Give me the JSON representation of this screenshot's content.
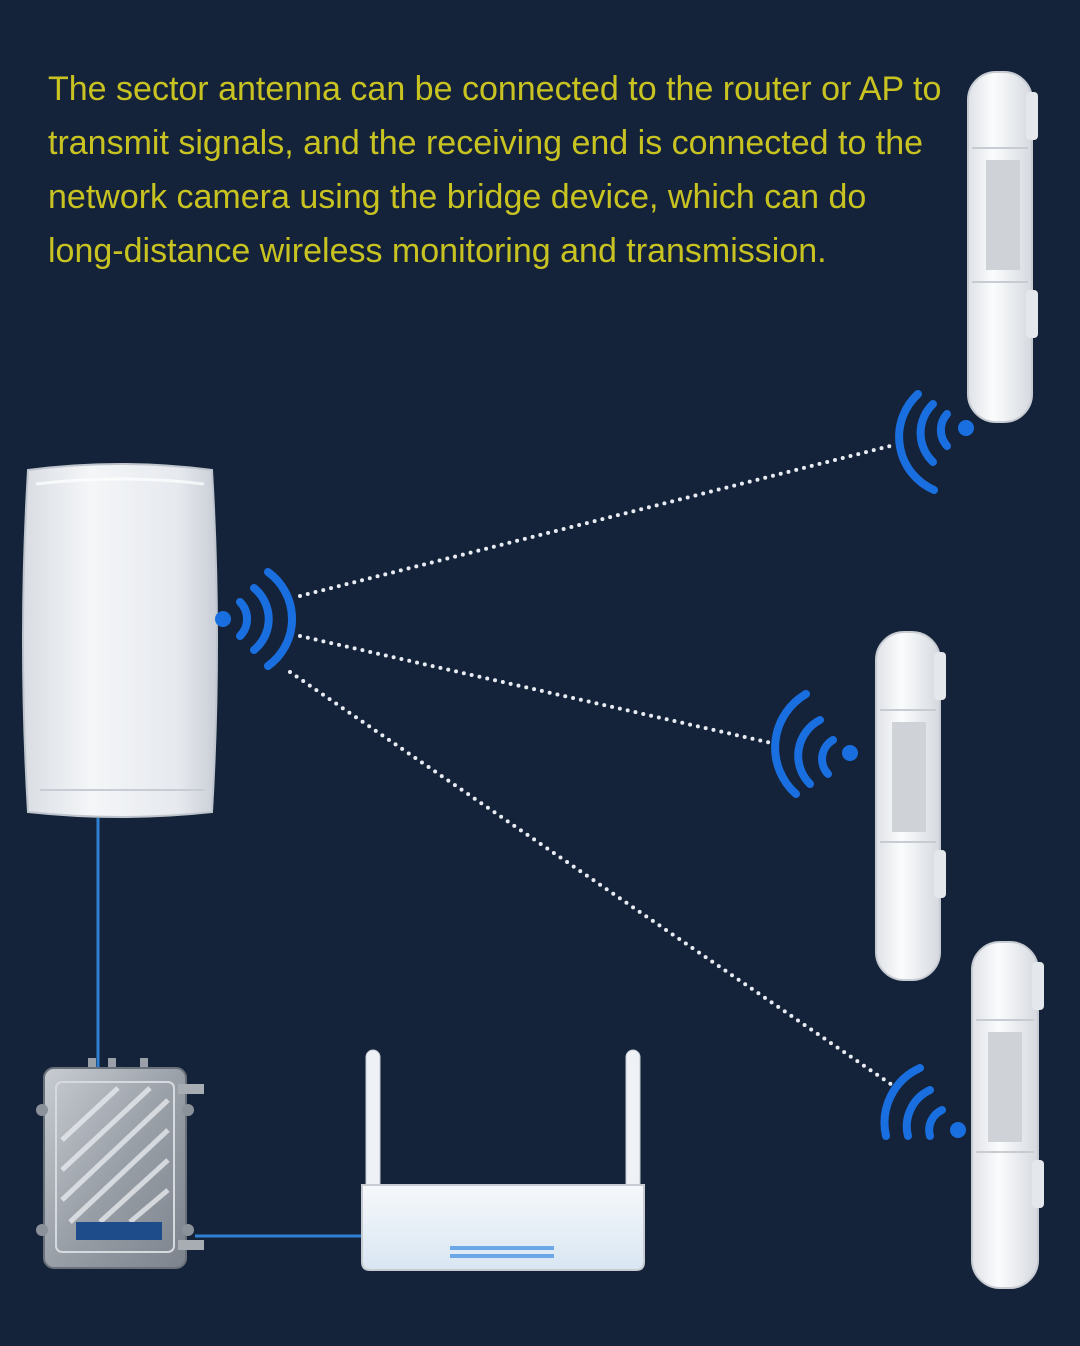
{
  "caption": {
    "text": "The sector antenna can be connected to the router or AP to transmit signals, and the receiving end is connected to the network camera using the bridge device, which can do long-distance wireless monitoring and transmission."
  },
  "colors": {
    "background": "#14233a",
    "caption": "#c9c321",
    "signal": "#1a6fe0",
    "cable": "#2f7fd0",
    "device": "#eef1f5"
  },
  "devices": [
    {
      "name": "sector-antenna",
      "icon": "sector-antenna-icon"
    },
    {
      "name": "outdoor-ap",
      "icon": "outdoor-ap-icon",
      "label": "logo badge"
    },
    {
      "name": "router",
      "icon": "router-icon"
    },
    {
      "name": "bridge-cpe-top",
      "icon": "bridge-cpe-icon"
    },
    {
      "name": "bridge-cpe-middle",
      "icon": "bridge-cpe-icon"
    },
    {
      "name": "bridge-cpe-bottom",
      "icon": "bridge-cpe-icon"
    }
  ]
}
